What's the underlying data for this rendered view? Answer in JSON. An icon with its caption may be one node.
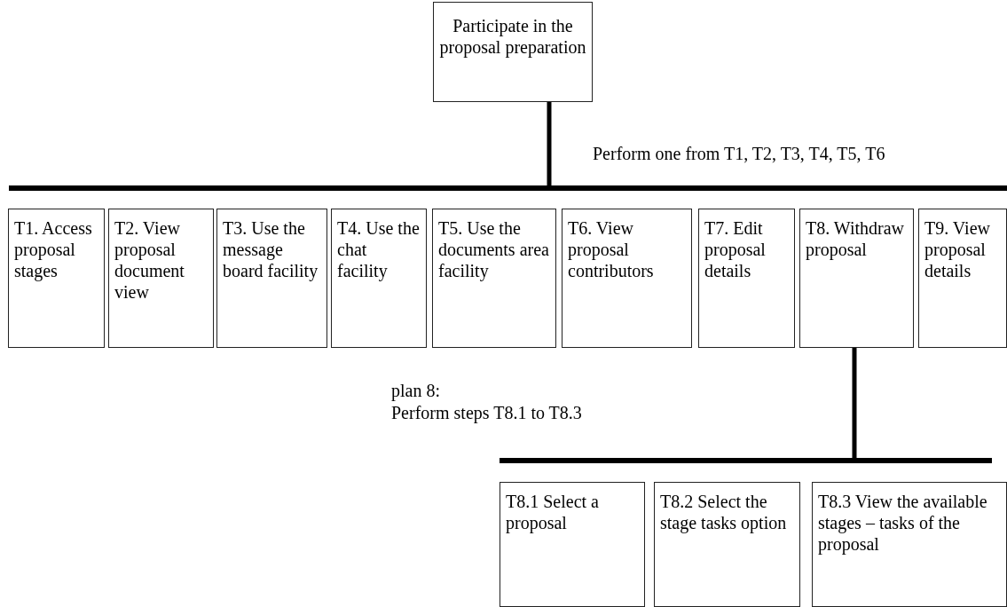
{
  "diagram": {
    "nodes": [
      {
        "text": [
          "Participate in the proposal preparation"
        ]
      },
      {
        "text": [],
        "shape": "bar"
      },
      {
        "text": [
          "T1. Access proposal stages"
        ]
      },
      {
        "text": [
          "T2. View proposal document view"
        ]
      },
      {
        "text": [
          "T3. Use the message board facility"
        ]
      },
      {
        "text": [
          "T4. Use the chat facility"
        ]
      },
      {
        "text": [
          "T5. Use the documents area facility"
        ]
      },
      {
        "text": [
          "T6. View proposal contributors"
        ]
      },
      {
        "text": [
          "T7. Edit proposal details"
        ]
      },
      {
        "text": [
          "T8. Withdraw proposal"
        ]
      },
      {
        "text": [
          "T9. View proposal details"
        ]
      },
      {
        "text": [],
        "shape": "bar"
      },
      {
        "text": [
          "T8.1 Select a proposal"
        ]
      },
      {
        "text": [
          "T8.2 Select the stage tasks option"
        ]
      },
      {
        "text": [
          "T8.3 View the available stages – tasks of the proposal"
        ]
      }
    ],
    "edges": [
      {
        "from": 0,
        "to": 1,
        "arrow": "none"
      },
      {
        "from": 9,
        "to": 11,
        "arrow": "none"
      }
    ],
    "labels": [
      "Perform one from T1, T2, T3, T4, T5, T6",
      "plan 8:",
      "Perform steps T8.1 to T8.3"
    ]
  }
}
